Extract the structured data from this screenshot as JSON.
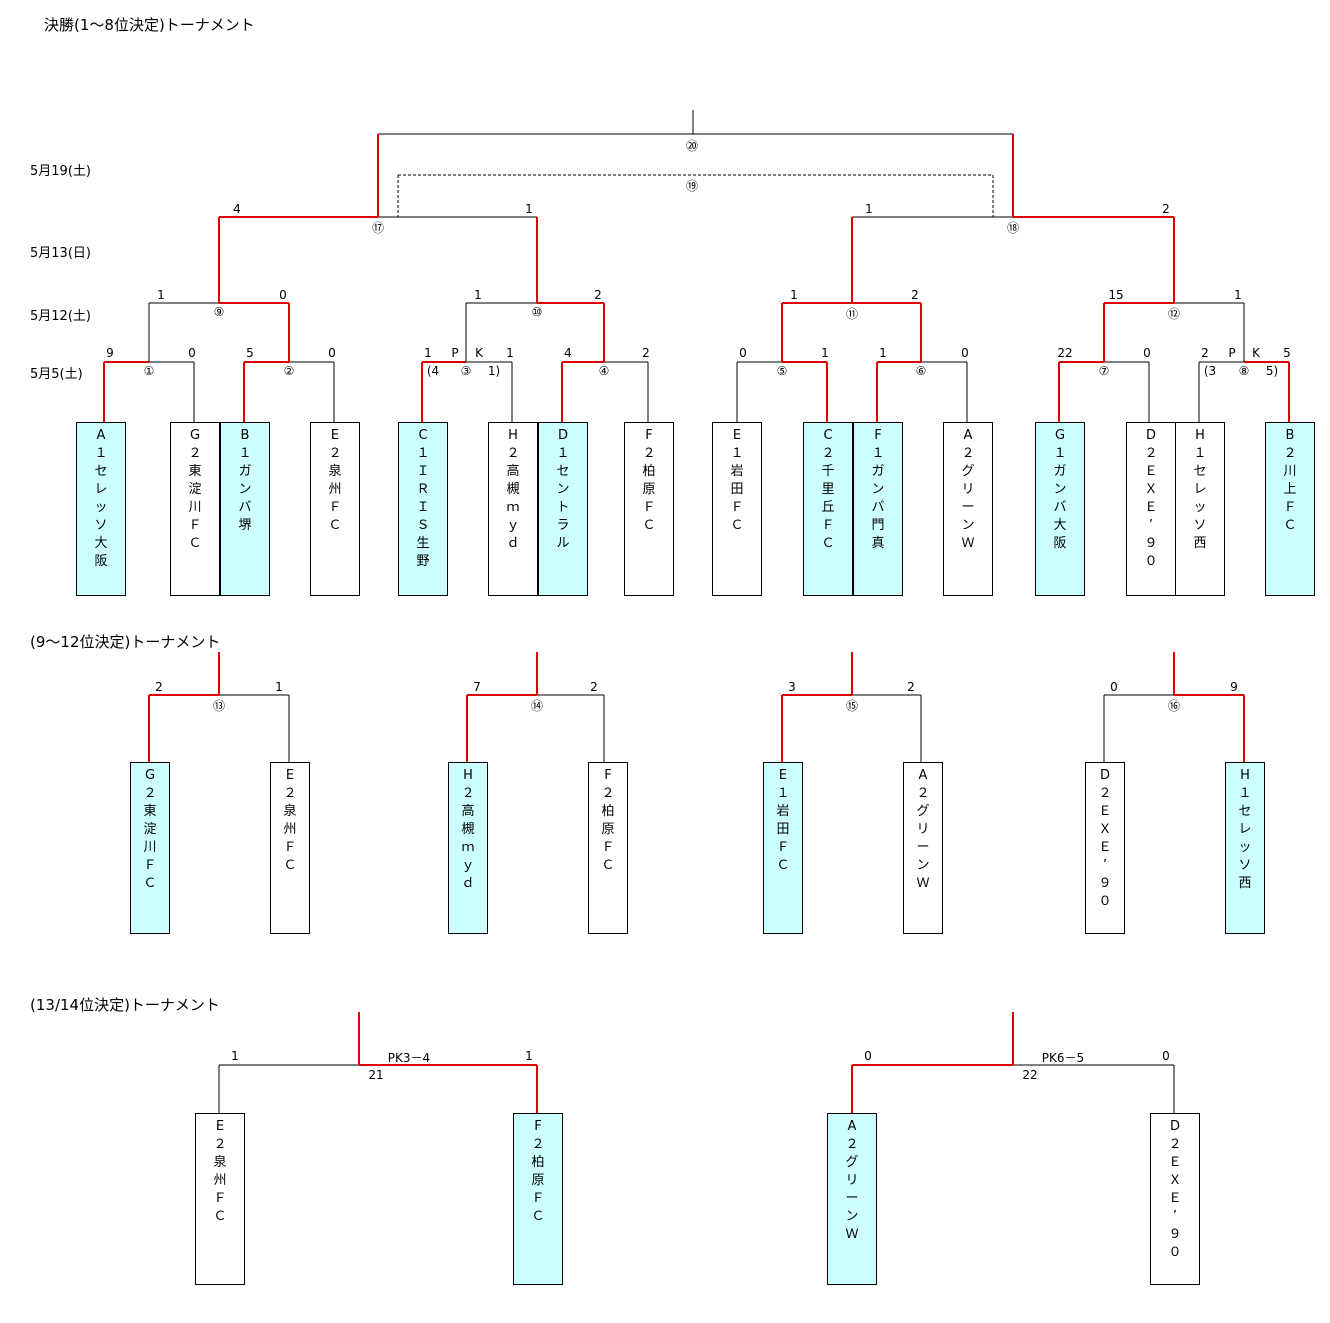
{
  "sections": {
    "final": "決勝(1～8位決定)トーナメント",
    "mid": "(9～12位決定)トーナメント",
    "low": "(13/14位決定)トーナメント"
  },
  "dates": [
    "5月19(土)",
    "5月13(日)",
    "5月12(土)",
    "5月5(土)"
  ],
  "colors": {
    "winner_line": "#e00000",
    "line": "#000000",
    "winner_box": "#ccffff"
  },
  "teams_final": [
    {
      "name": "A１セレッソ大阪",
      "winner": true
    },
    {
      "name": "G２東淀川ＦＣ",
      "winner": false
    },
    {
      "name": "B１ガンバ堺",
      "winner": true
    },
    {
      "name": "E２泉州ＦＣ",
      "winner": false
    },
    {
      "name": "C１ＩＲＩＳ生野",
      "winner": true
    },
    {
      "name": "H２高槻ｍｙｄ",
      "winner": false
    },
    {
      "name": "D１セントラル",
      "winner": true
    },
    {
      "name": "F２柏原ＦＣ",
      "winner": false
    },
    {
      "name": "E１岩田ＦＣ",
      "winner": false
    },
    {
      "name": "C２千里丘ＦＣ",
      "winner": true
    },
    {
      "name": "F１ガンバ門真",
      "winner": true
    },
    {
      "name": "A２グリーンＷ",
      "winner": false
    },
    {
      "name": "G１ガンバ大阪",
      "winner": true
    },
    {
      "name": "D２ＥＸＥ’９０",
      "winner": false
    },
    {
      "name": "H１セレッソ西",
      "winner": false
    },
    {
      "name": "B２川上ＦＣ",
      "winner": true
    }
  ],
  "teams_mid": [
    {
      "name": "G２東淀川ＦＣ",
      "winner": true
    },
    {
      "name": "E２泉州ＦＣ",
      "winner": false
    },
    {
      "name": "H２高槻ｍｙｄ",
      "winner": true
    },
    {
      "name": "F２柏原ＦＣ",
      "winner": false
    },
    {
      "name": "E１岩田ＦＣ",
      "winner": true
    },
    {
      "name": "A２グリーンＷ",
      "winner": false
    },
    {
      "name": "D２ＥＸＥ’９０",
      "winner": false
    },
    {
      "name": "H１セレッソ西",
      "winner": true
    }
  ],
  "teams_low": [
    {
      "name": "E２泉州ＦＣ",
      "winner": false
    },
    {
      "name": "F２柏原ＦＣ",
      "winner": true
    },
    {
      "name": "A２グリーンＷ",
      "winner": true
    },
    {
      "name": "D２ＥＸＥ’９０",
      "winner": false
    }
  ],
  "match_numbers": [
    "①",
    "②",
    "③",
    "④",
    "⑤",
    "⑥",
    "⑦",
    "⑧",
    "⑨",
    "⑩",
    "⑪",
    "⑫",
    "⑬",
    "⑭",
    "⑮",
    "⑯",
    "⑰",
    "⑱",
    "⑲",
    "⑳",
    "21",
    "22"
  ],
  "scores_r1": [
    "9",
    "0",
    "5",
    "0",
    "1",
    "1",
    "4",
    "2",
    "0",
    "1",
    "1",
    "0",
    "22",
    "0",
    "2",
    "5"
  ],
  "pk_r1": {
    "m3": [
      "P",
      "K",
      "(4",
      "1)"
    ],
    "m8": [
      "P",
      "K",
      "(3",
      "5)"
    ]
  },
  "scores_r2": [
    "1",
    "0",
    "1",
    "2",
    "1",
    "2",
    "15",
    "1"
  ],
  "scores_semi": [
    "4",
    "1",
    "1",
    "2"
  ],
  "scores_mid": [
    "2",
    "1",
    "7",
    "2",
    "3",
    "2",
    "0",
    "9"
  ],
  "scores_low": [
    "1",
    "1",
    "0",
    "0"
  ],
  "pk_low": [
    "PK3－4",
    "PK6－5"
  ]
}
